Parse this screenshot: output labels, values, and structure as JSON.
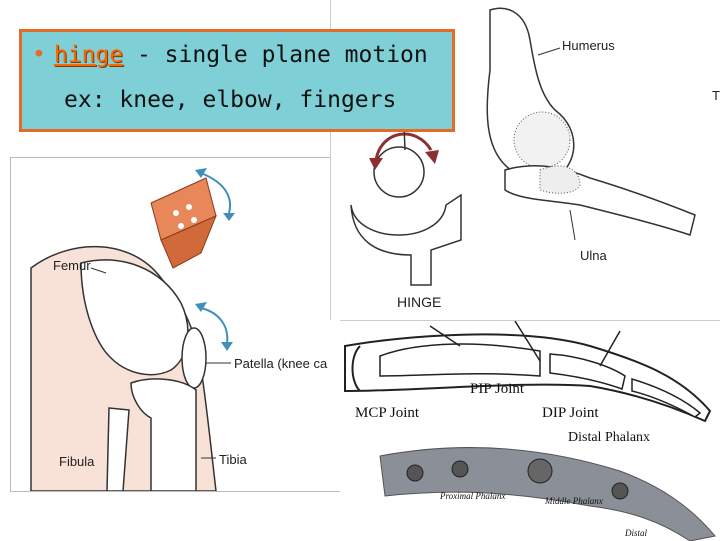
{
  "slide": {
    "bullet": "•",
    "term": "hinge",
    "definition": " - single plane motion",
    "examples": "ex:  knee, elbow, fingers"
  },
  "knee_figure": {
    "labels": {
      "femur": "Femur",
      "patella": "Patella (knee ca",
      "fibula": "Fibula",
      "tibia": "Tibia"
    }
  },
  "hinge_figure": {
    "label": "HINGE"
  },
  "elbow_figure": {
    "labels": {
      "humerus": "Humerus",
      "ulna": "Ulna",
      "edge": "T"
    }
  },
  "finger_figure": {
    "labels": {
      "pip": "PIP Joint",
      "mcp": "MCP Joint",
      "dip": "DIP Joint",
      "distal_phalanx": "Distal Phalanx",
      "proximal_phalanx": "Proximal Phalanx",
      "middle_phalanx": "Middle Phalanx",
      "distal": "Distal"
    }
  },
  "colors": {
    "title_bg": "#7fcfd6",
    "title_border": "#e46a25",
    "term": "#ff6600",
    "arrow": "#3f8fb8",
    "hinge_arrow": "#8b2f2f"
  }
}
